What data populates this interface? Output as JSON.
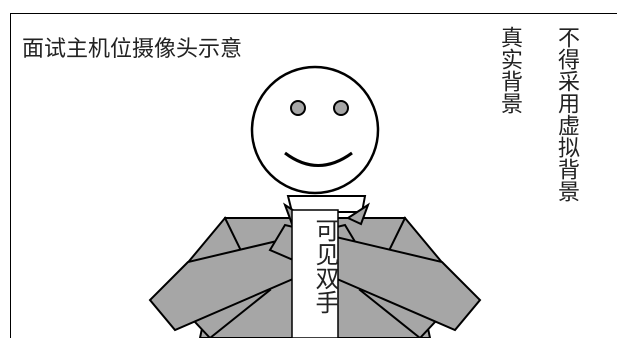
{
  "title": "面试主机位摄像头示意",
  "annotations": {
    "real_background": "真实背景",
    "no_virtual_background": "不得采用虚拟背景",
    "hands_visible": "可见双手"
  },
  "colors": {
    "body_fill": "#a6a6a6",
    "outline": "#000000",
    "background": "#ffffff"
  }
}
